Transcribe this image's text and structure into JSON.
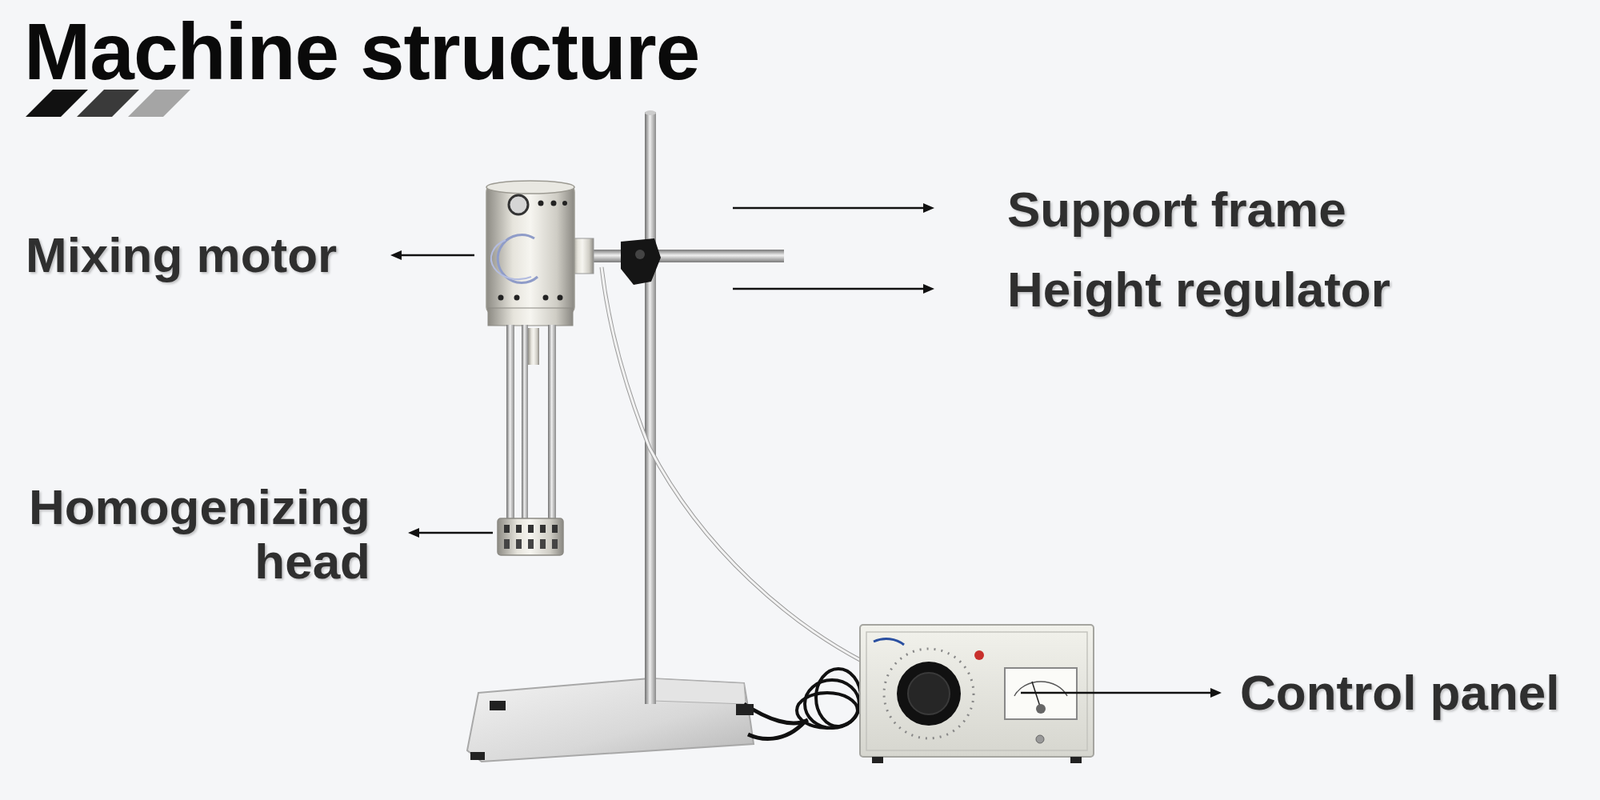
{
  "diagram": {
    "title": "Machine structure",
    "labels": [
      "Mixing motor",
      "Support frame",
      "Height regulator",
      "Homogenizing head",
      "Control panel"
    ]
  }
}
